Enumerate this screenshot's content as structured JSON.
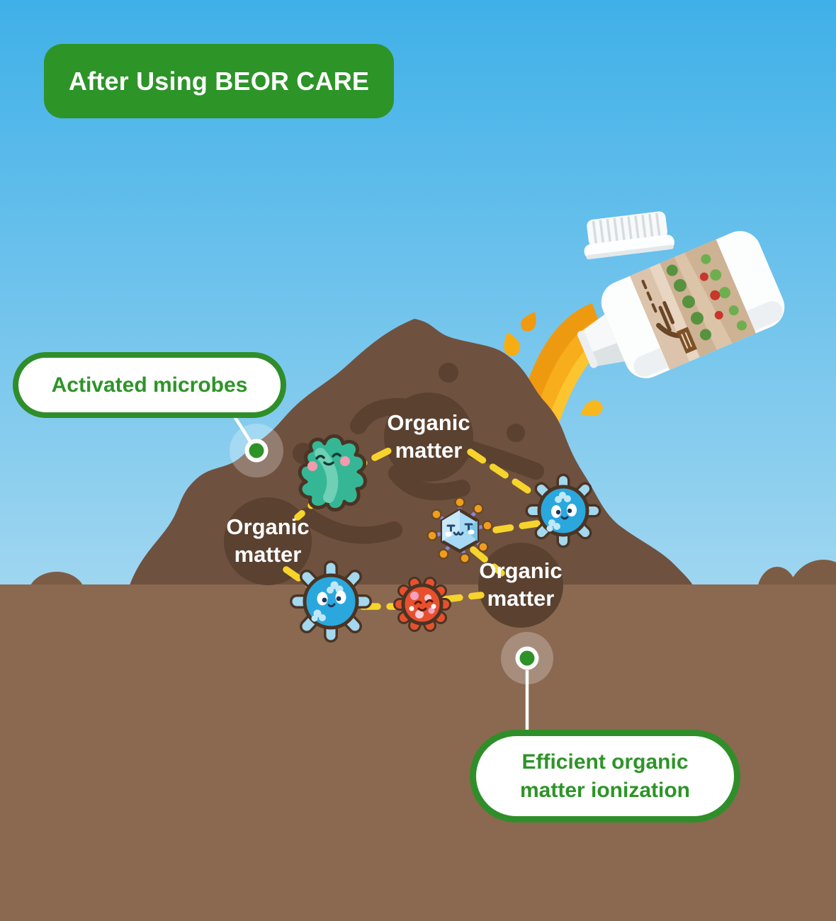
{
  "banner": {
    "label": "After Using BEOR CARE"
  },
  "callouts": {
    "activated": {
      "label": "Activated microbes"
    },
    "efficient": {
      "line1": "Efficient organic",
      "line2": "matter ionization"
    }
  },
  "soil_labels": {
    "line1": "Organic",
    "line2": "matter"
  },
  "scene": {
    "bottle": "white BEOR CARE bottle tilted, cap off, pouring orange liquid onto soil mound",
    "microbes": [
      "teal-amoeba-microbe",
      "blue-round-microbe",
      "crystal-virus-microbe",
      "blue-round-microbe-2",
      "red-spiky-microbe"
    ],
    "connections": "yellow dashed links between microbes and organic matter spots"
  },
  "colors": {
    "sky_top": "#3fb0e8",
    "sky_bottom": "#9fd6f0",
    "ground": "#8a6950",
    "ground_bump": "#7d5c46",
    "mound": "#6f5140",
    "organic_blob": "#5a4130",
    "banner_green": "#2d9428",
    "callout_border_green": "#2f8e29",
    "callout_text_green": "#2e9428",
    "dash_yellow": "#f6d42b",
    "liquid_orange": "#f09d12",
    "liquid_light": "#fcc42e",
    "dot_green": "#2e9327"
  }
}
